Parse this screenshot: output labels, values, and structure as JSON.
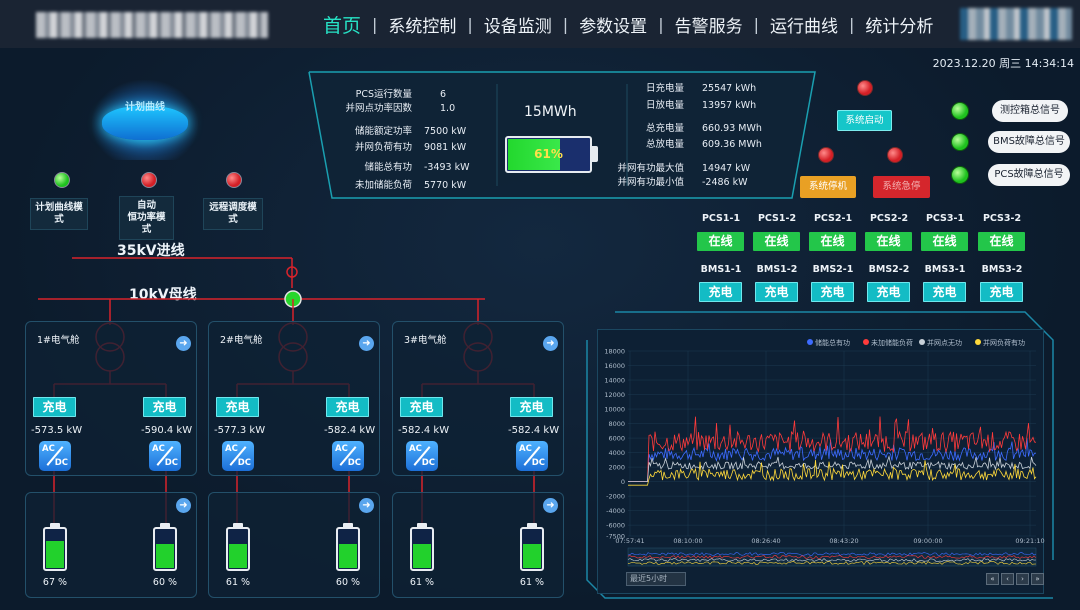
{
  "header": {
    "nav": [
      "首页",
      "系统控制",
      "设备监测",
      "参数设置",
      "告警服务",
      "运行曲线",
      "统计分析"
    ],
    "active_index": 0,
    "datetime": "2023.12.20 周三 14:34:14"
  },
  "left_panel": {
    "platform_label": "计划曲线",
    "modes": [
      {
        "label": "计划曲线模式",
        "status": "green"
      },
      {
        "label": "自动\n恒功率模式",
        "status": "red"
      },
      {
        "label": "远程调度模式",
        "status": "red"
      }
    ],
    "incoming_line": "35kV进线",
    "busbar": "10kV母线"
  },
  "summary": {
    "left_items": [
      {
        "k": "PCS运行数量",
        "v": "6"
      },
      {
        "k": "并网点功率因数",
        "v": "1.0"
      },
      {
        "k": "储能额定功率",
        "v": "7500 kW"
      },
      {
        "k": "并网负荷有功",
        "v": "9081 kW"
      },
      {
        "k": "储能总有功",
        "v": "-3493 kW"
      },
      {
        "k": "未加储能负荷",
        "v": "5770 kW"
      }
    ],
    "capacity": "15MWh",
    "soc_label": "61%",
    "soc": 0.61,
    "right_items": [
      {
        "k": "日充电量",
        "v": "25547 kWh"
      },
      {
        "k": "日放电量",
        "v": "13957 kWh"
      },
      {
        "k": "总充电量",
        "v": "660.93 MWh"
      },
      {
        "k": "总放电量",
        "v": "609.36 MWh"
      },
      {
        "k": "并网有功最大值",
        "v": "14947 kW"
      },
      {
        "k": "并网有功最小值",
        "v": "-2486 kW"
      }
    ]
  },
  "controls": {
    "start": "系统启动",
    "stop": "系统停机",
    "emergency": "系统急停"
  },
  "signals": [
    {
      "label": "测控箱总信号",
      "status": "green"
    },
    {
      "label": "BMS故障总信号",
      "status": "green"
    },
    {
      "label": "PCS故障总信号",
      "status": "green"
    }
  ],
  "pcs_units": [
    {
      "name": "PCS1-1",
      "status": "在线"
    },
    {
      "name": "PCS1-2",
      "status": "在线"
    },
    {
      "name": "PCS2-1",
      "status": "在线"
    },
    {
      "name": "PCS2-2",
      "status": "在线"
    },
    {
      "name": "PCS3-1",
      "status": "在线"
    },
    {
      "name": "PCS3-2",
      "status": "在线"
    }
  ],
  "bms_units": [
    {
      "name": "BMS1-1",
      "status": "充电"
    },
    {
      "name": "BMS1-2",
      "status": "充电"
    },
    {
      "name": "BMS2-1",
      "status": "充电"
    },
    {
      "name": "BMS2-2",
      "status": "充电"
    },
    {
      "name": "BMS3-1",
      "status": "充电"
    },
    {
      "name": "BMS3-2",
      "status": "充电"
    }
  ],
  "cabins": [
    {
      "title": "1#电气舱",
      "branches": [
        {
          "state": "充电",
          "power": "-573.5 kW",
          "soc": 0.67,
          "soc_label": "67 %"
        },
        {
          "state": "充电",
          "power": "-590.4 kW",
          "soc": 0.6,
          "soc_label": "60 %"
        }
      ]
    },
    {
      "title": "2#电气舱",
      "branches": [
        {
          "state": "充电",
          "power": "-577.3 kW",
          "soc": 0.61,
          "soc_label": "61 %"
        },
        {
          "state": "充电",
          "power": "-582.4 kW",
          "soc": 0.6,
          "soc_label": "60 %"
        }
      ]
    },
    {
      "title": "3#电气舱",
      "branches": [
        {
          "state": "充电",
          "power": "-582.4 kW",
          "soc": 0.61,
          "soc_label": "61 %"
        },
        {
          "state": "充电",
          "power": "-582.4 kW",
          "soc": 0.61,
          "soc_label": "61 %"
        }
      ]
    }
  ],
  "acdc_icon": {
    "ac": "AC",
    "dc": "DC"
  },
  "chart_data": {
    "type": "line",
    "legend": [
      "储能总有功",
      "未加储能负荷",
      "并网点无功",
      "并网负荷有功"
    ],
    "colors": [
      "#3d6bff",
      "#ff3b3b",
      "#c8d0d8",
      "#ffd93b"
    ],
    "ylim": [
      -7500,
      18000
    ],
    "yticks": [
      "18000",
      "16000",
      "14000",
      "12000",
      "10000",
      "8000",
      "6000",
      "4000",
      "2000",
      "0",
      "-2000",
      "-4000",
      "-6000",
      "-7500"
    ],
    "xticks": [
      "07:57:41",
      "08:10:00",
      "08:26:40",
      "08:43:20",
      "09:00:00",
      "09:21:10"
    ],
    "series": [
      {
        "name": "储能总有功",
        "level": 3800,
        "noise": 900
      },
      {
        "name": "未加储能负荷",
        "level": 5500,
        "noise": 1400
      },
      {
        "name": "并网点无功",
        "level": 2200,
        "noise": 500
      },
      {
        "name": "并网负荷有功",
        "level": 1000,
        "noise": 800
      }
    ],
    "range_select": "最近5小时",
    "pager": [
      "«",
      "‹",
      "›",
      "»"
    ]
  }
}
